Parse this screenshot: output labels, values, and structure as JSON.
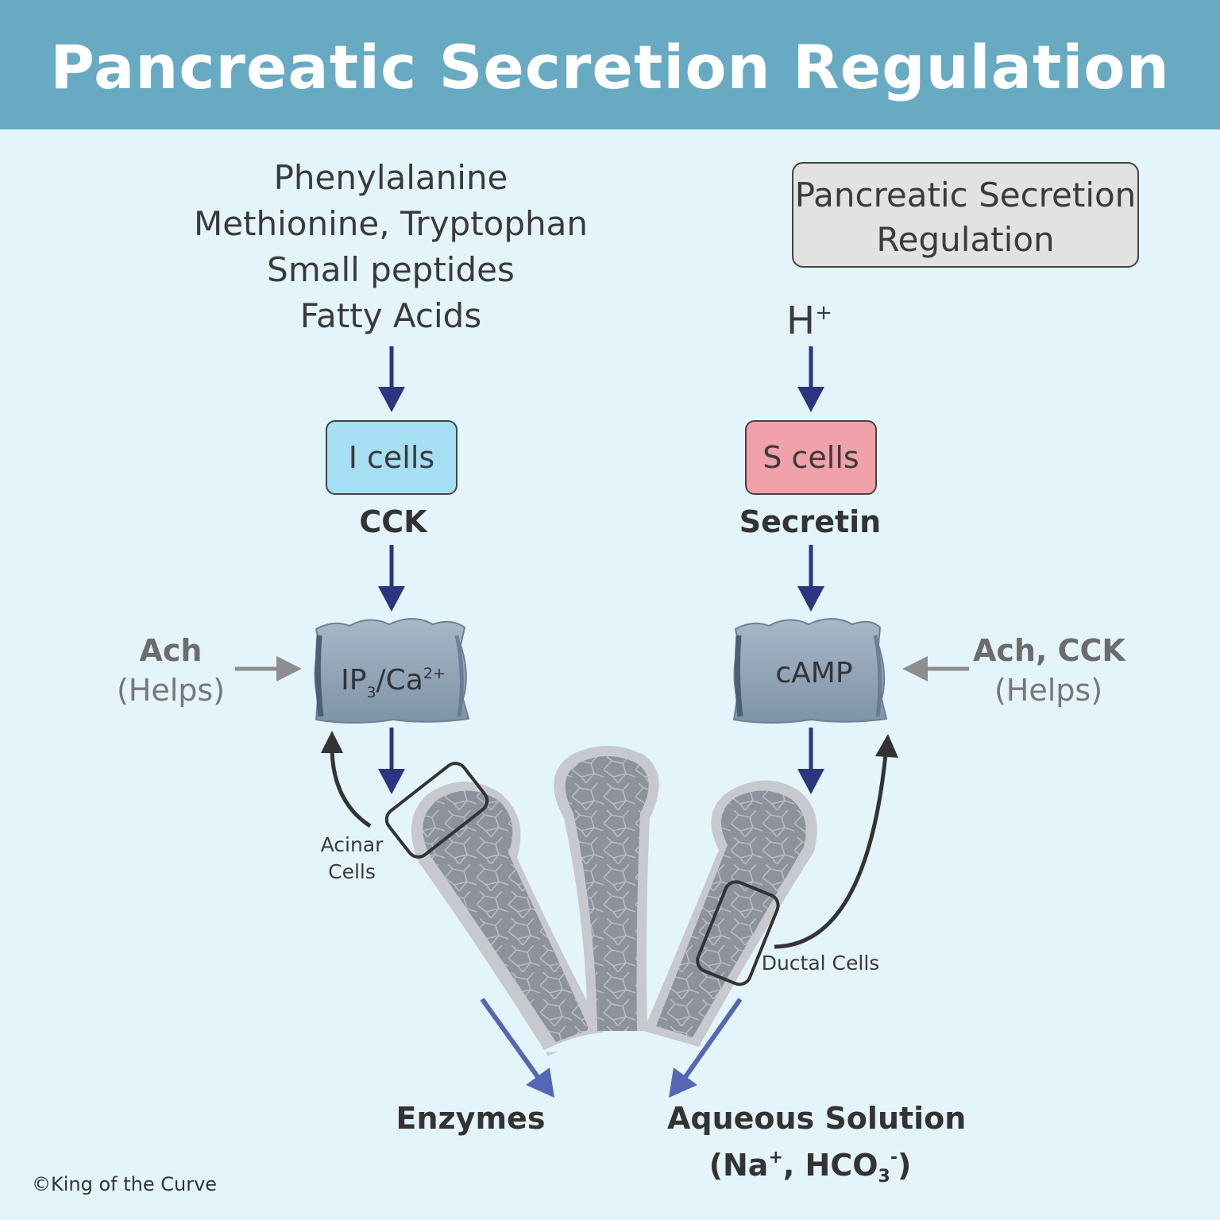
{
  "header": {
    "title": "Pancreatic Secretion Regulation"
  },
  "stimuli_left": [
    "Phenylalanine",
    "Methionine, Tryptophan",
    "Small peptides",
    "Fatty Acids"
  ],
  "legend_box": {
    "line1": "Pancreatic Secretion",
    "line2": "Regulation"
  },
  "stimulus_right": {
    "base": "H",
    "charge": "+"
  },
  "cells_left": {
    "label": "I cells",
    "color": "#a6def4"
  },
  "cells_right": {
    "label": "S cells",
    "color": "#f0a1a9"
  },
  "hormone_left": "CCK",
  "hormone_right": "Secretin",
  "helper_left": {
    "name": "Ach",
    "note": "(Helps)"
  },
  "helper_right": {
    "name": "Ach, CCK",
    "note": "(Helps)"
  },
  "second_messenger_left": {
    "a": "IP",
    "a_sub": "3",
    "b": "/Ca",
    "b_sup": "2+"
  },
  "second_messenger_right": "cAMP",
  "cell_type_left": {
    "line1": "Acinar",
    "line2": "Cells"
  },
  "cell_type_right": "Ductal Cells",
  "output_left": "Enzymes",
  "output_right": {
    "line1": "Aqueous Solution",
    "p_open": "(Na",
    "na_charge": "+",
    "mid": ", HCO",
    "hco3_sub": "3",
    "hco3_charge": "-",
    "p_close": ")"
  },
  "copyright": "©King of the Curve",
  "colors": {
    "header": "#68aac2",
    "background": "#e4f4fb",
    "pathway_arrow": "#2b3580",
    "helper_arrow": "#8e8e8e",
    "feedback_arrow": "#333333",
    "output_arrow": "#5566b5"
  }
}
